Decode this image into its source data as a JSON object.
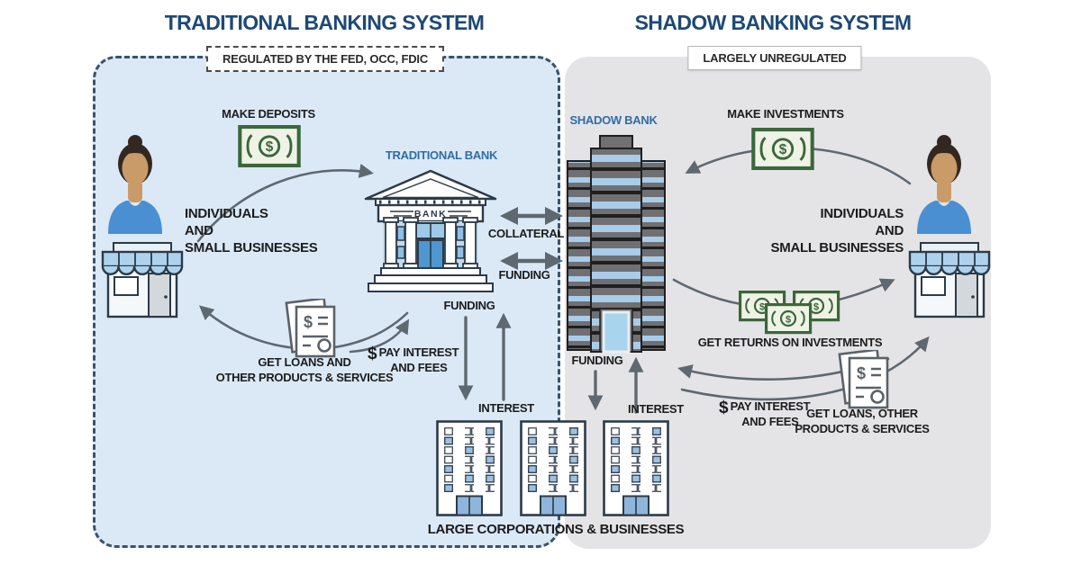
{
  "titles": {
    "left": "TRADITIONAL BANKING SYSTEM",
    "left_sub": "REGULATED BY THE FED, OCC, FDIC",
    "right": "SHADOW BANKING SYSTEM",
    "right_sub": "LARGELY UNREGULATED"
  },
  "left": {
    "make_deposits": "MAKE DEPOSITS",
    "individuals": "INDIVIDUALS\nAND\nSMALL BUSINESSES",
    "bank_label": "TRADITIONAL BANK",
    "bank_sign": "BANK",
    "collateral": "COLLATERAL",
    "funding_between": "FUNDING",
    "funding_down": "FUNDING",
    "interest": "INTEREST",
    "get_loans": "GET LOANS AND\nOTHER PRODUCTS & SERVICES",
    "pay_dollar": "$",
    "pay": "PAY INTEREST\nAND FEES"
  },
  "right": {
    "bank_label": "SHADOW BANK",
    "make_investments": "MAKE INVESTMENTS",
    "individuals": "INDIVIDUALS\nAND\nSMALL BUSINESSES",
    "get_returns": "GET RETURNS ON INVESTMENTS",
    "funding_down": "FUNDING",
    "interest": "INTEREST",
    "get_loans": "GET LOANS, OTHER\nPRODUCTS & SERVICES",
    "pay_dollar": "$",
    "pay": "PAY INTEREST\nAND FEES"
  },
  "bottom": {
    "large_corporations": "LARGE CORPORATIONS & BUSINESSES"
  },
  "icons": {
    "dollar": "$"
  },
  "colors": {
    "title_blue": "#1d4976",
    "label_blue": "#2f6da8",
    "panel_blue": "#dbe9f7",
    "panel_gray": "#e4e4e6",
    "arrow_gray": "#5e6870",
    "money_green": "#3c663c",
    "shirt_blue": "#4a8fd2"
  }
}
